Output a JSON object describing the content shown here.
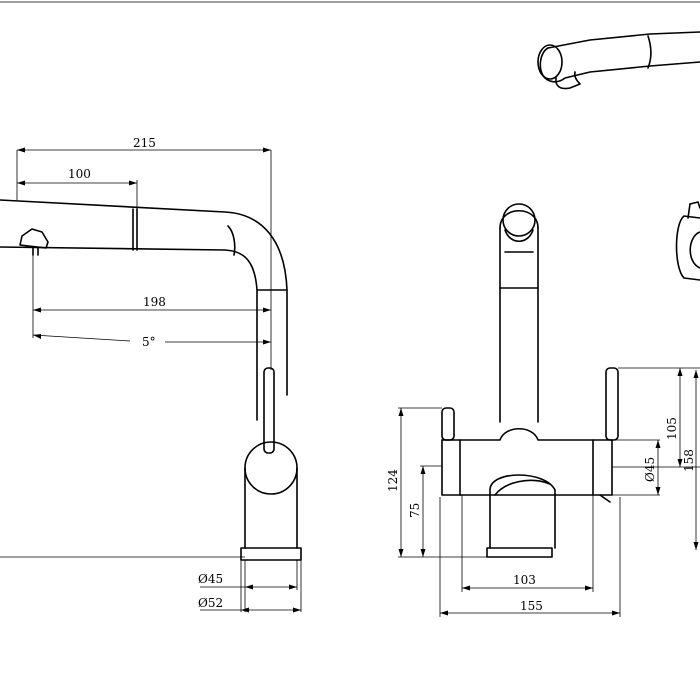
{
  "diagram": {
    "colors": {
      "line": "#000000",
      "background": "#ffffff"
    },
    "dimensions": {
      "side_total_reach": "215",
      "side_head_length": "100",
      "side_spout_reach": "198",
      "side_swivel_angle": "5°",
      "side_base_inner_dia": "Ø45",
      "side_base_outer_dia": "Ø52",
      "front_total_height": "124",
      "front_body_height": "75",
      "front_spout_height": "105",
      "front_lever_height": "158",
      "front_body_dia": "Ø45",
      "front_base_width": "103",
      "front_total_width": "155"
    }
  }
}
